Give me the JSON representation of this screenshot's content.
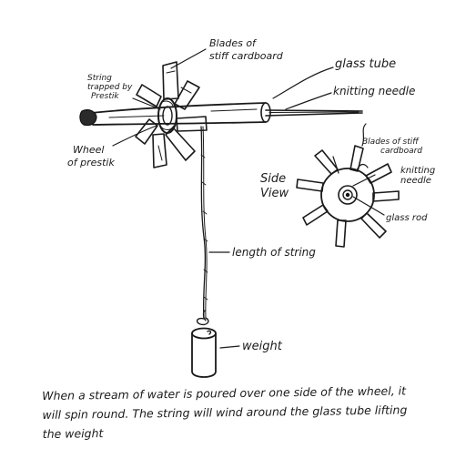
{
  "labels": {
    "blades": [
      "Blades of",
      "stiff cardboard"
    ],
    "glass_tube": "glass tube",
    "knitting_needle": "knitting needle",
    "string_trapped": [
      "String",
      "trapped by",
      "Prestik"
    ],
    "wheel": [
      "Wheel",
      "of prestik"
    ],
    "length_of_string": "length of string",
    "weight": "weight"
  },
  "side_view": {
    "title": [
      "Side",
      "View"
    ],
    "blades": [
      "Blades of stiff",
      "cardboard"
    ],
    "knitting_needle": [
      "knitting",
      "needle"
    ],
    "glass_rod": "glass rod"
  },
  "caption": "When a stream of water is poured over one side of the wheel, it will spin round. The string will wind around the glass tube lifting the weight"
}
